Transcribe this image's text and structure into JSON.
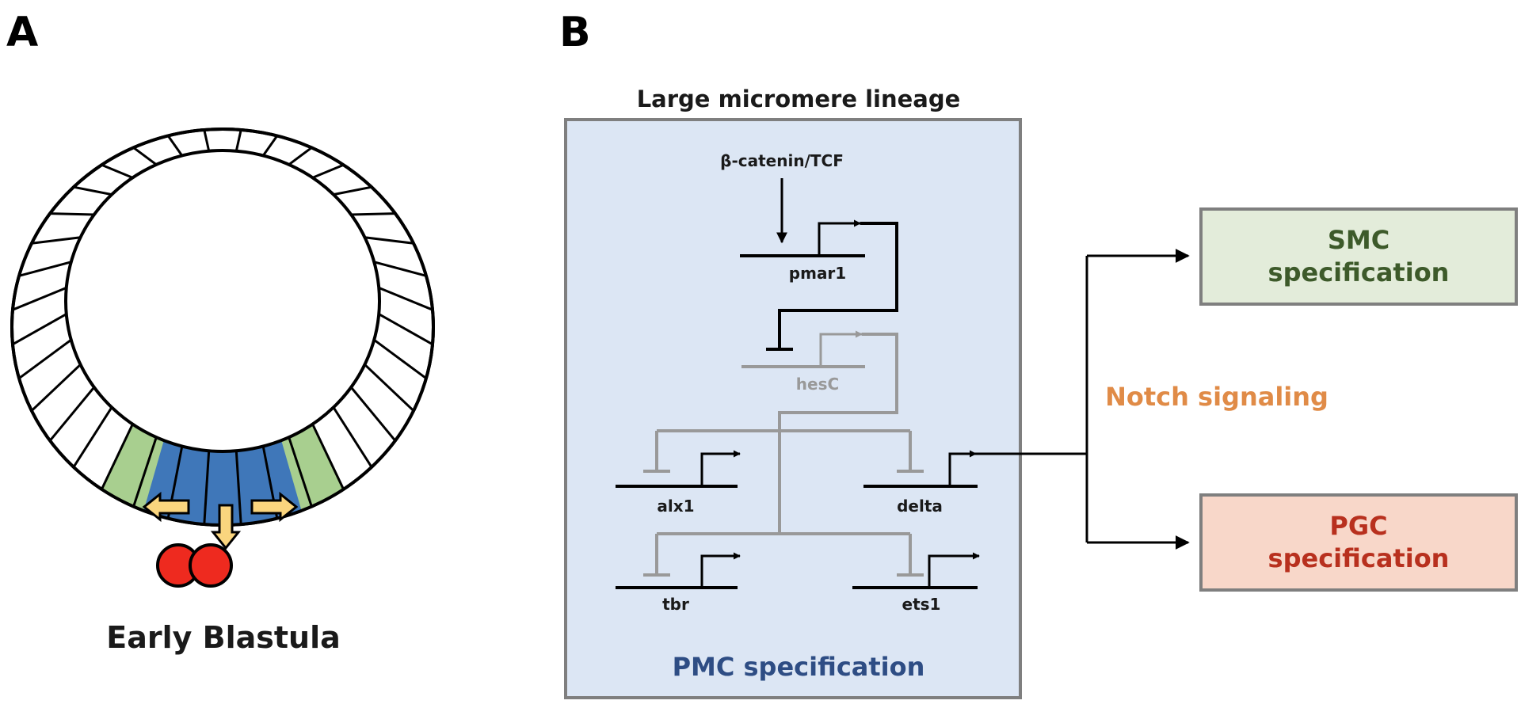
{
  "panel_a": {
    "letter": "A",
    "caption": "Early Blastula",
    "colors": {
      "outline": "#000000",
      "green_cells": "#a8cf8f",
      "blue_cells": "#3f77b9",
      "red_cells": "#ee2a1f",
      "arrows": "#fad57e"
    }
  },
  "panel_b": {
    "letter": "B",
    "box_title": "Large micromere lineage",
    "box_footer": "PMC specification",
    "upstream_label": "β-catenin/TCF",
    "genes": {
      "pmar1": "pmar1",
      "hesc": "hesC",
      "alx1": "alx1",
      "delta": "delta",
      "tbr": "tbr",
      "ets1": "ets1"
    },
    "signal_label": "Notch signaling",
    "outputs": {
      "smc": [
        "SMC",
        "specification"
      ],
      "pgc": [
        "PGC",
        "specification"
      ]
    },
    "colors": {
      "box_fill": "#dce6f4",
      "box_border": "#7f7f7f",
      "footer_text": "#2e4d84",
      "repressed_gene": "#999999",
      "signal_text": "#e08b47",
      "smc_fill": "#e3ecda",
      "smc_text": "#3d5a2a",
      "pgc_fill": "#f8d7c9",
      "pgc_text": "#b8301e"
    }
  }
}
